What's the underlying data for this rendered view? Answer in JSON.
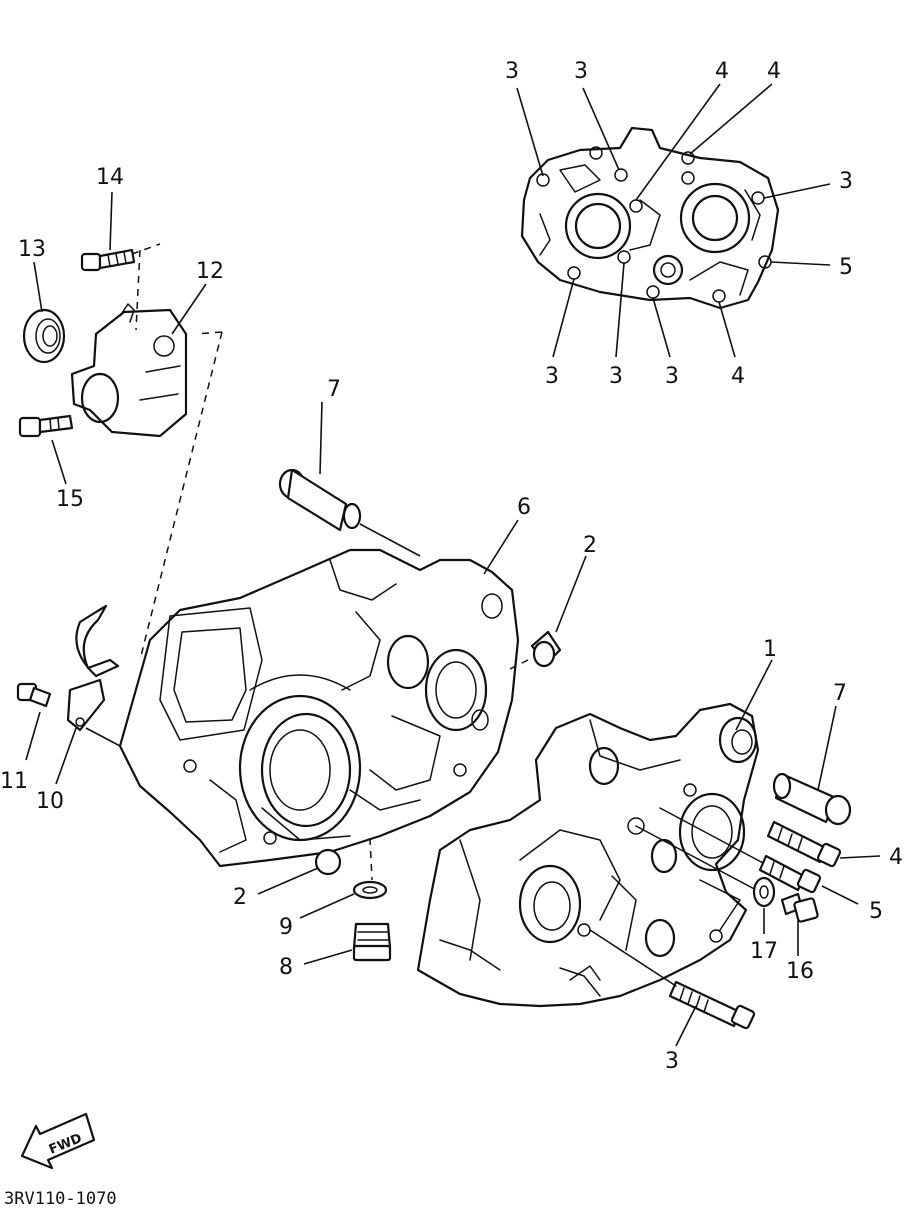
{
  "diagram": {
    "code": "3RV110-1070",
    "fwd_label": "FWD",
    "callouts": {
      "c3a": "3",
      "c3b": "3",
      "c4a": "4",
      "c4b": "4",
      "c3c": "3",
      "c5a": "5",
      "c3d": "3",
      "c3e": "3",
      "c3f": "3",
      "c4c": "4",
      "c14": "14",
      "c13": "13",
      "c12": "12",
      "c15": "15",
      "c7a": "7",
      "c6": "6",
      "c2a": "2",
      "c11": "11",
      "c10": "10",
      "c1": "1",
      "c7b": "7",
      "c4d": "4",
      "c5b": "5",
      "c17": "17",
      "c16": "16",
      "c2b": "2",
      "c9": "9",
      "c8": "8",
      "c3g": "3"
    }
  }
}
